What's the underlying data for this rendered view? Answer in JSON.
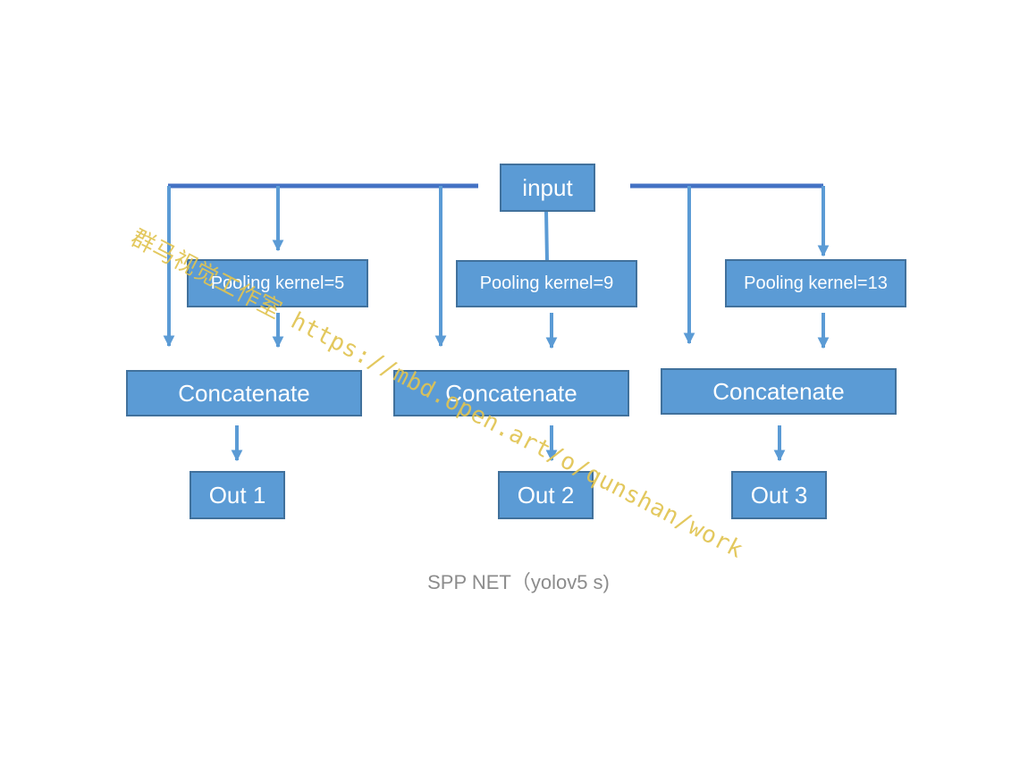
{
  "diagram": {
    "input": "input",
    "pooling": [
      "Pooling kernel=5",
      "Pooling kernel=9",
      "Pooling kernel=13"
    ],
    "concatenate": [
      "Concatenate",
      "Concatenate",
      "Concatenate"
    ],
    "outputs": [
      "Out 1",
      "Out 2",
      "Out 3"
    ],
    "caption": "SPP NET（yolov5 s)",
    "watermark": "群马视觉工作室 https://mbd.open.art/o/qunshan/work"
  },
  "colors": {
    "box_fill": "#5b9bd5",
    "box_border": "#41719c",
    "connector": "#5b9bd5",
    "top_bus": "#4472c4",
    "caption": "#8c8c8c",
    "watermark": "#e1c451"
  }
}
